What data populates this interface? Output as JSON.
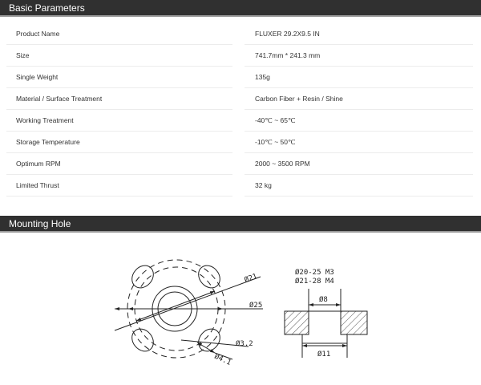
{
  "sections": {
    "basic": "Basic Parameters",
    "mounting": "Mounting Hole"
  },
  "params": [
    {
      "label": "Product Name",
      "value": "FLUXER 29.2X9.5 IN"
    },
    {
      "label": "Size",
      "value": "741.7mm * 241.3 mm"
    },
    {
      "label": "Single Weight",
      "value": "135g"
    },
    {
      "label": "Material / Surface Treatment",
      "value": "Carbon Fiber + Resin / Shine"
    },
    {
      "label": "Working Treatment",
      "value": "-40℃ ~ 65℃"
    },
    {
      "label": "Storage Temperature",
      "value": "-10℃ ~ 50℃"
    },
    {
      "label": "Optimum RPM",
      "value": "2000 ~ 3500 RPM"
    },
    {
      "label": "Limited Thrust",
      "value": "32 kg"
    }
  ],
  "drawing": {
    "d21": "Ø21",
    "d25": "Ø25",
    "d32": "Ø3.2",
    "d41": "Ø4.1",
    "spec1": "Ø20-25 M3",
    "spec2": "Ø21-28 M4",
    "d8": "Ø8",
    "d11": "Ø11"
  }
}
